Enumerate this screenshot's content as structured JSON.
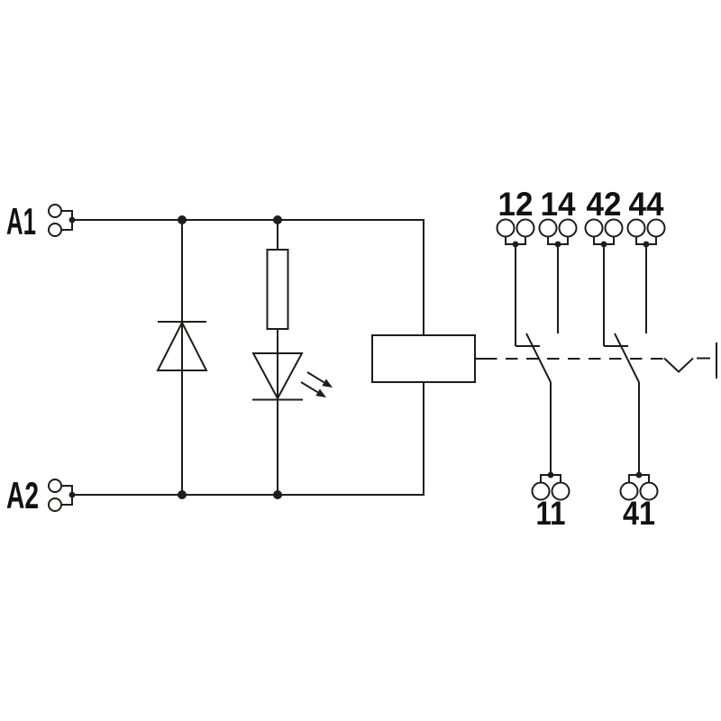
{
  "schematic": {
    "coil_terminals": {
      "a1": "A1",
      "a2": "A2"
    },
    "contact_terminals": {
      "t12": "12",
      "t14": "14",
      "t42": "42",
      "t44": "44",
      "t11": "11",
      "t41": "41"
    },
    "colors": {
      "background": "#ffffff",
      "line": "#1d1d1b",
      "text": "#111111"
    }
  }
}
